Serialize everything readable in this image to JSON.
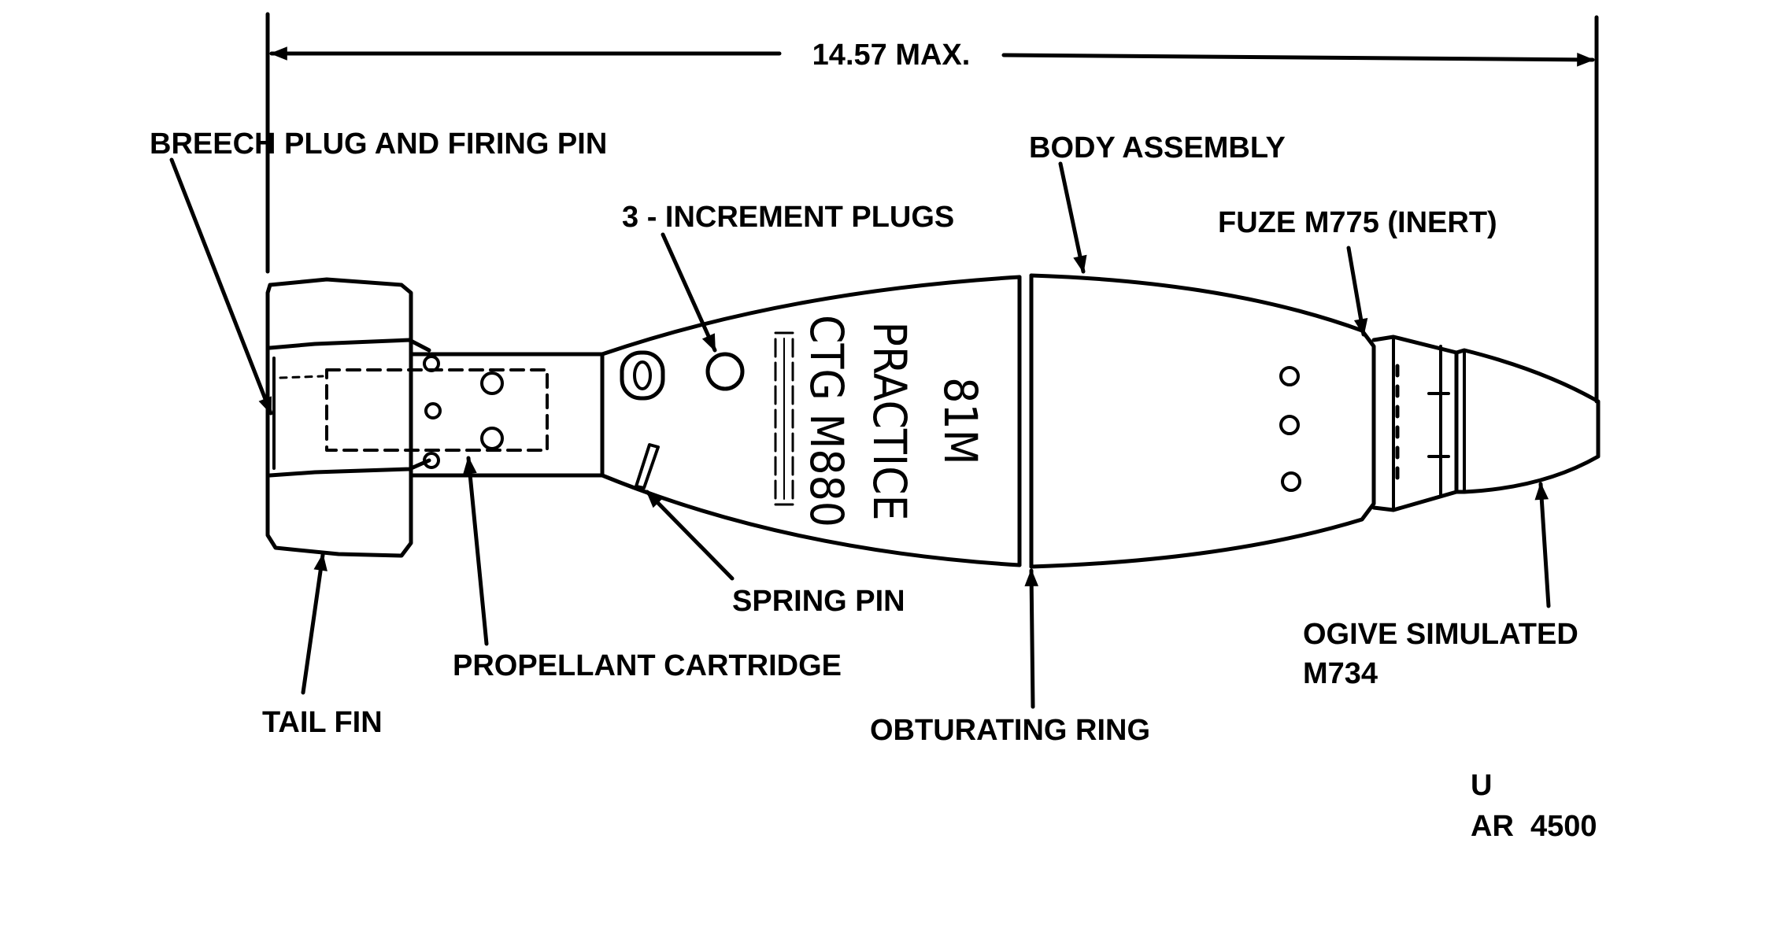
{
  "dimension": {
    "text": "14.57 MAX."
  },
  "labels": {
    "breech_plug": "BREECH PLUG AND FIRING PIN",
    "body_assembly": "BODY ASSEMBLY",
    "increment_plugs": "3 - INCREMENT PLUGS",
    "fuze": "FUZE M775 (INERT)",
    "spring_pin": "SPRING PIN",
    "propellant_cartridge": "PROPELLANT CARTRIDGE",
    "tail_fin": "TAIL FIN",
    "obturating_ring": "OBTURATING RING",
    "ogive_line1": "OGIVE SIMULATED",
    "ogive_line2": "M734"
  },
  "body_marking": {
    "line1": "81M",
    "line2": "PRACTICE",
    "line3": "CTG M880"
  },
  "figure_id": {
    "line1": "U",
    "line2": "AR  4500"
  }
}
